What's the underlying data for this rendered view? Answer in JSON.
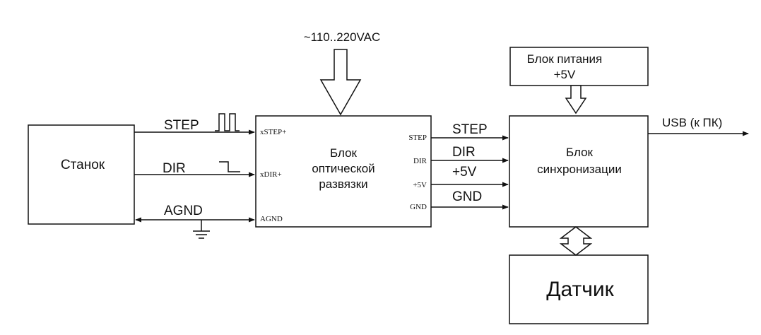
{
  "blocks": {
    "machine": "Станок",
    "optocoupler": [
      "Блок",
      "оптической",
      "развязки"
    ],
    "power_supply": [
      "Блок питания",
      "+5V"
    ],
    "sync": [
      "Блок",
      "синхронизации"
    ],
    "sensor": "Датчик"
  },
  "inputs": {
    "mains": "~110..220VAC",
    "usb": "USB (к ПК)"
  },
  "wires": {
    "step": "STEP",
    "dir": "DIR",
    "agnd": "AGND",
    "out_step": "STEP",
    "out_dir": "DIR",
    "out_5v": "+5V",
    "out_gnd": "GND"
  },
  "pins": {
    "xstep": "xSTEP+",
    "xdir": "xDIR+",
    "agnd": "AGND",
    "step": "STEP",
    "dir": "DIR",
    "plus5v": "+5V",
    "gnd": "GND"
  }
}
